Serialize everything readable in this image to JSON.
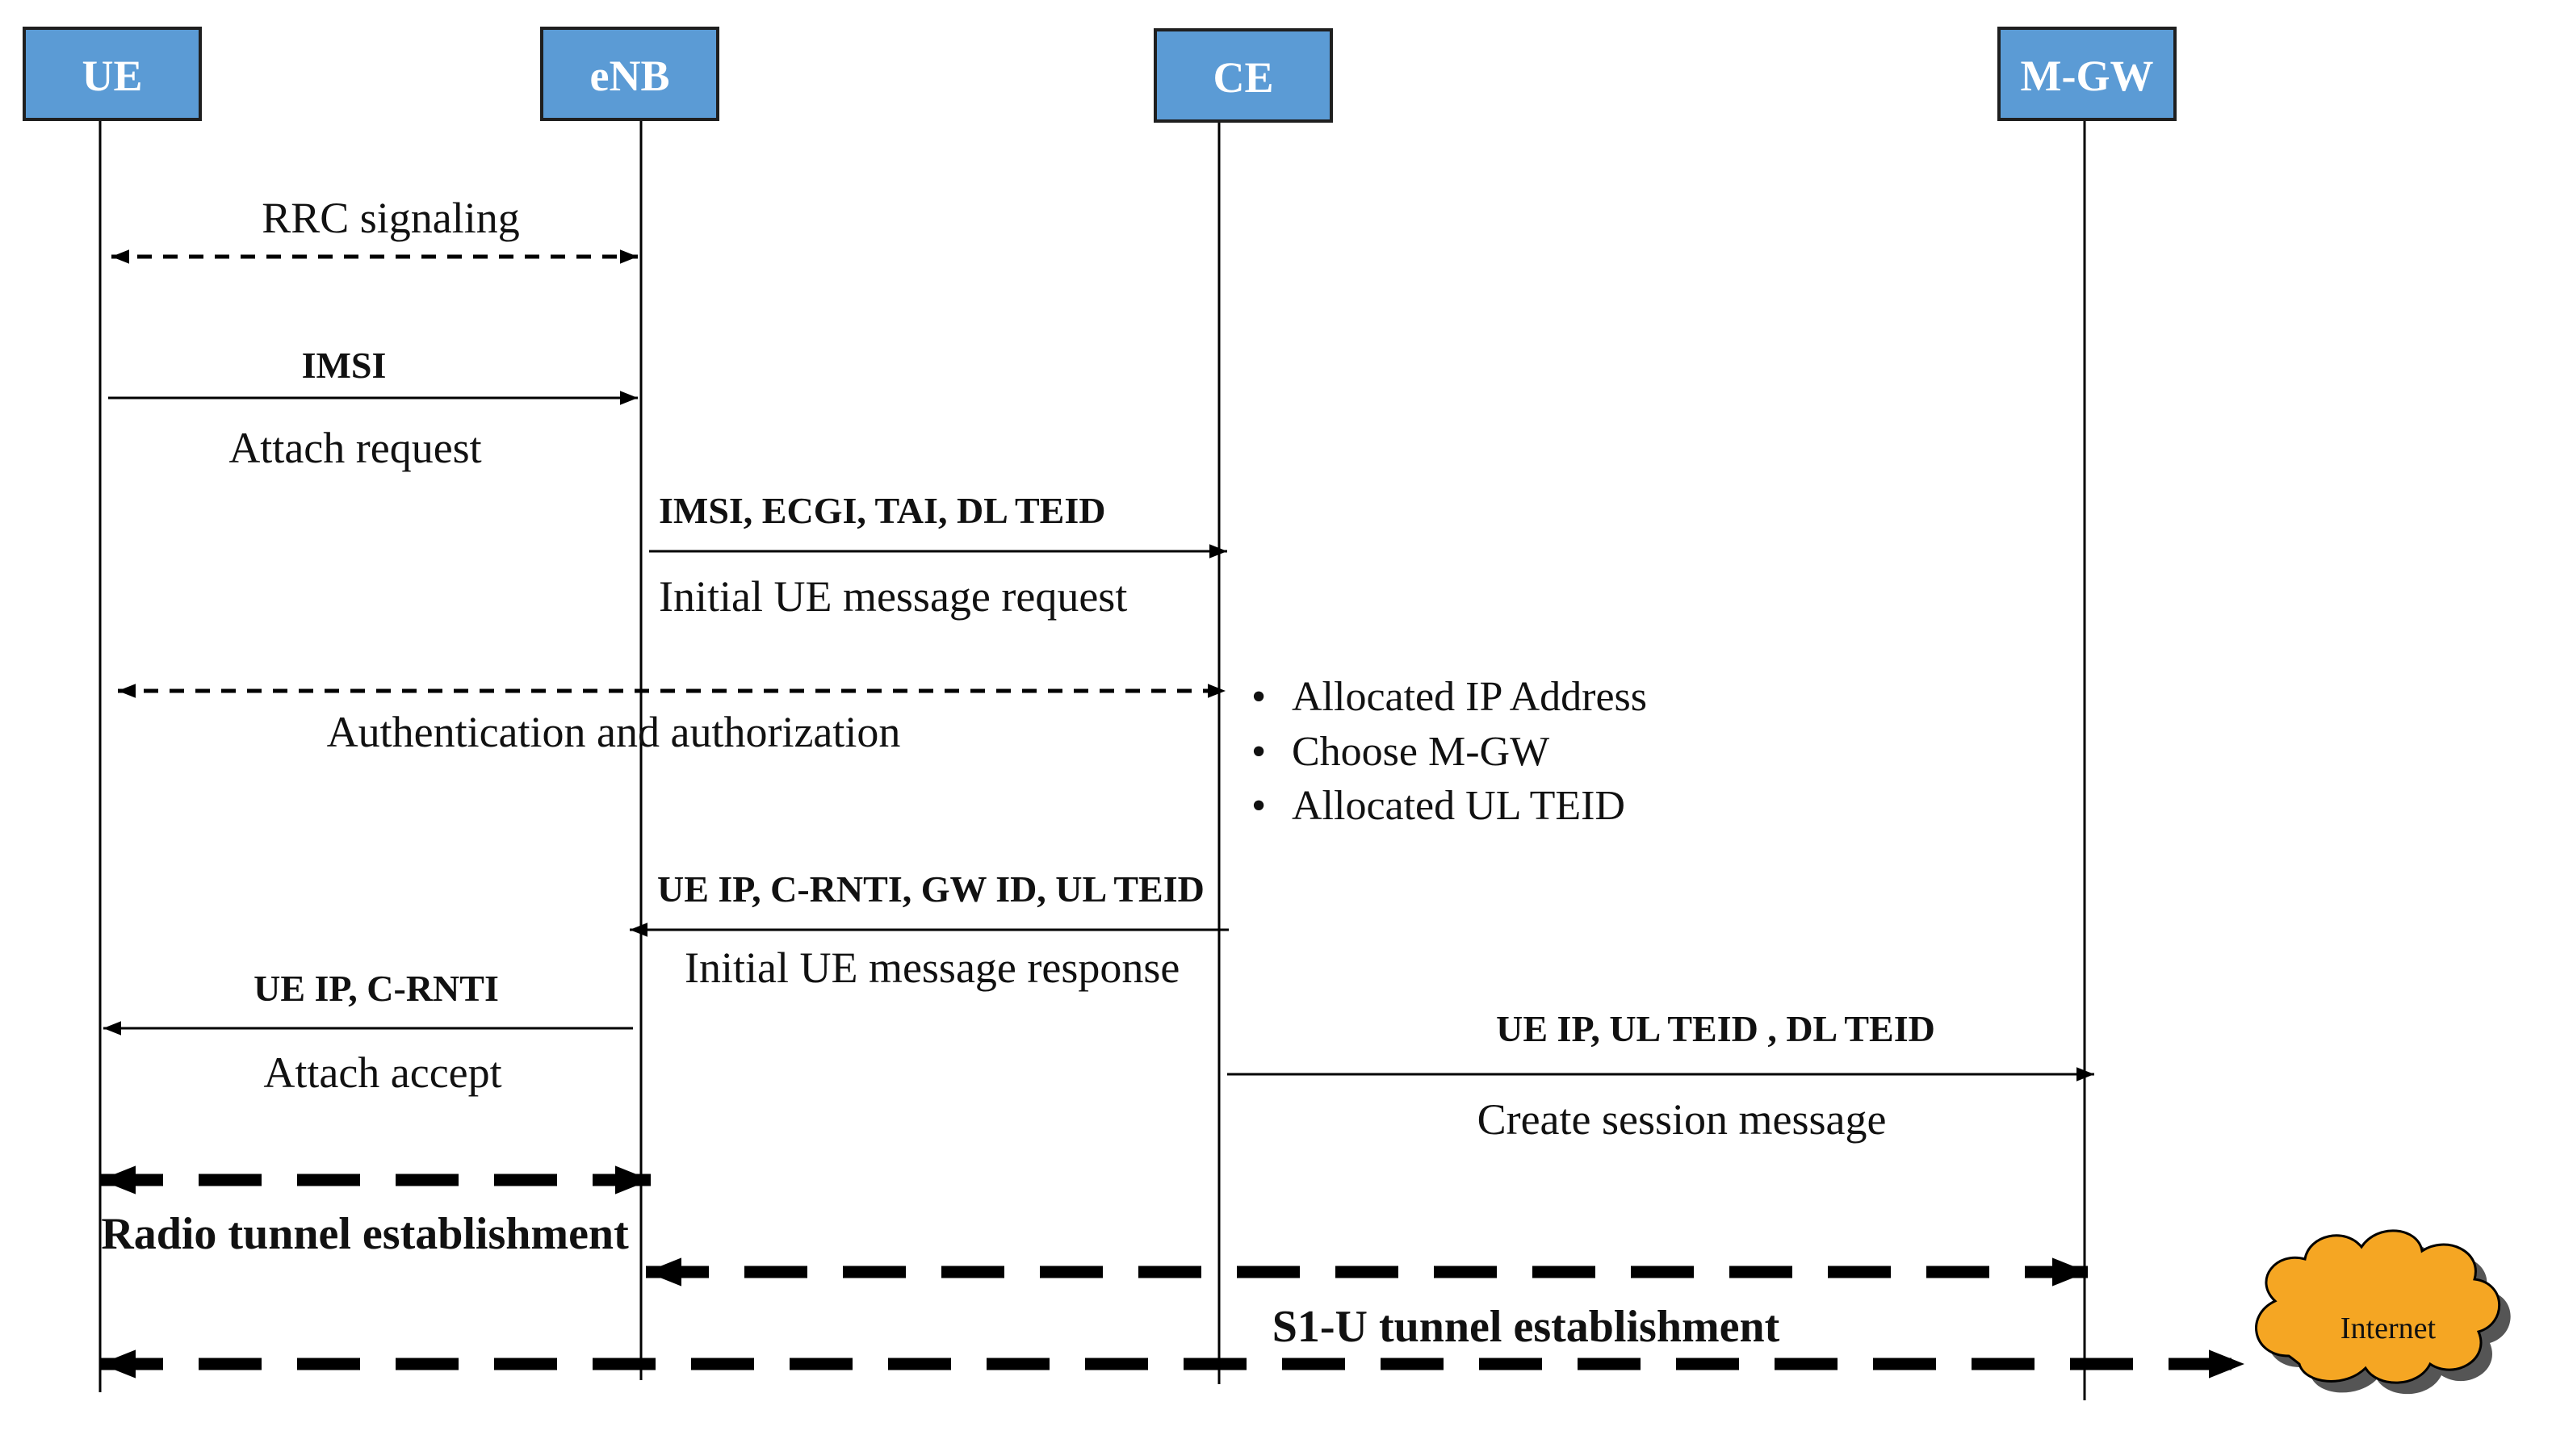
{
  "entities": [
    {
      "id": "ue",
      "label": "UE"
    },
    {
      "id": "enb",
      "label": "eNB"
    },
    {
      "id": "ce",
      "label": "CE"
    },
    {
      "id": "mgw",
      "label": "M-GW"
    }
  ],
  "colors": {
    "entity_box_fill": "#5b9bd5",
    "entity_box_stroke": "#1f1f1f",
    "lines": "#000000",
    "cloud_fill": "#f5a623"
  },
  "messages": {
    "rrc_signaling": "RRC signaling",
    "attach_request_param": "IMSI",
    "attach_request": "Attach request",
    "initial_ue_request_param": "IMSI, ECGI, TAI, DL TEID",
    "initial_ue_request": "Initial UE message request",
    "auth": "Authentication and authorization",
    "initial_ue_response_param": "UE IP, C-RNTI, GW ID, UL TEID",
    "initial_ue_response": "Initial UE message response",
    "attach_accept_param": "UE IP, C-RNTI",
    "attach_accept": "Attach accept",
    "create_session_param": "UE IP, UL TEID , DL TEID",
    "create_session": "Create session message",
    "radio_tunnel": "Radio tunnel establishment",
    "s1u_tunnel": "S1-U tunnel establishment"
  },
  "ce_actions": [
    "Allocated IP Address",
    "Choose M-GW",
    "Allocated UL TEID"
  ],
  "cloud": {
    "icon": "cloud-icon",
    "label": "Internet"
  }
}
